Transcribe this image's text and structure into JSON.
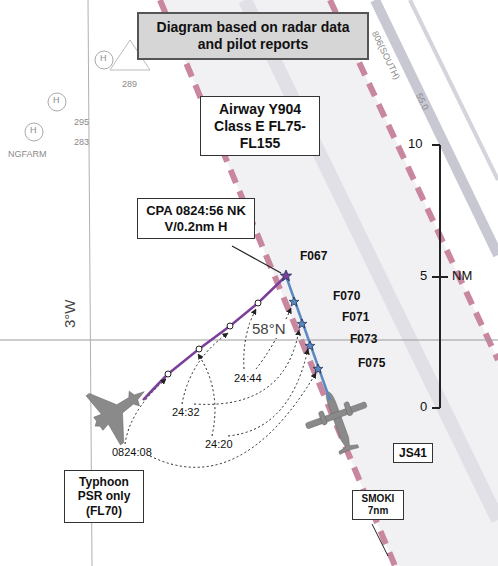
{
  "diagram": {
    "nodes": [
      {
        "text": [
          "Diagram based on radar data and pilot reports"
        ]
      },
      {
        "text": [
          "Airway Y904 Class E FL75-FL155"
        ]
      },
      {
        "text": [
          "CPA 0824:56 NK V/0.2nm H"
        ]
      },
      {
        "text": [
          "Typhoon PSR only (FL70)"
        ]
      },
      {
        "text": [
          "JS41"
        ]
      },
      {
        "text": [
          "SMOKI 7nm"
        ]
      }
    ],
    "labels": [
      "F067",
      "F070",
      "F071",
      "F073",
      "F075",
      "24:44",
      "24:32",
      "24:20",
      "0824:08",
      "10",
      "5",
      "0",
      "NM",
      "58°N",
      "3°W",
      "289",
      "295",
      "283",
      "NGFARM",
      "H",
      "H",
      "H",
      "806(SOUTH)",
      "55.0"
    ]
  }
}
